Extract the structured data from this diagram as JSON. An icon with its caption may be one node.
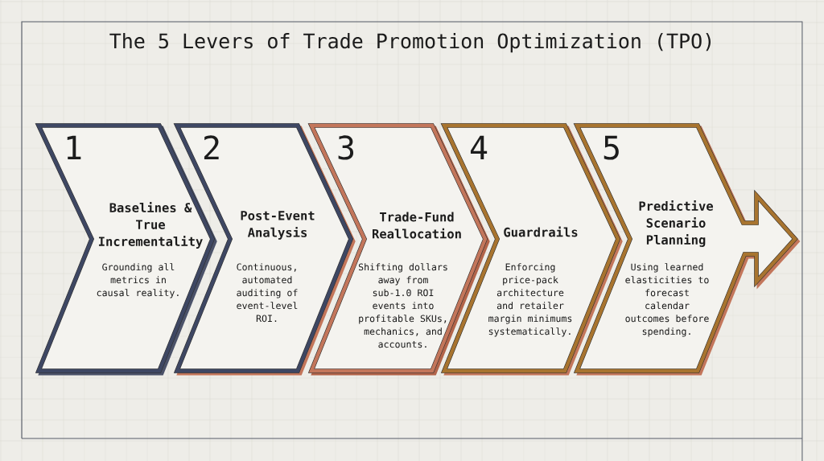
{
  "diagram": {
    "title": "The 5 Levers of Trade Promotion Optimization (TPO)",
    "nodes": [
      {
        "text": [
          "1",
          "Baselines & True Incrementality",
          "Grounding all metrics in causal reality."
        ]
      },
      {
        "text": [
          "2",
          "Post-Event Analysis",
          "Continuous, automated auditing of event-level ROI."
        ]
      },
      {
        "text": [
          "3",
          "Trade-Fund Reallocation",
          "Shifting dollars away from sub-1.0 ROI events into profitable SKUs, mechanics, and accounts."
        ]
      },
      {
        "text": [
          "4",
          "Guardrails",
          "Enforcing price-pack architecture and retailer margin minimums systematically."
        ]
      },
      {
        "text": [
          "5",
          "Predictive Scenario Planning",
          "Using learned elasticities to forecast calendar outcomes before spending."
        ]
      }
    ]
  }
}
